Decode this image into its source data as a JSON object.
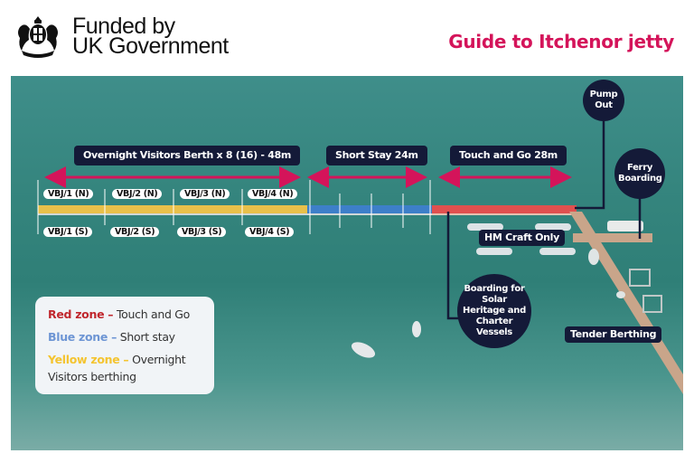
{
  "header": {
    "logo_line1": "Funded by",
    "logo_line2": "UK Government",
    "title": "Guide to Itchenor jetty",
    "title_color": "#d4145a"
  },
  "zones": {
    "overnight": {
      "label": "Overnight Visitors Berth x 8 (16) - 48m",
      "color": "#e8c04a"
    },
    "short_stay": {
      "label": "Short Stay 24m",
      "color": "#3d7fc9"
    },
    "touch_go": {
      "label": "Touch and Go 28m",
      "color": "#e0504f"
    }
  },
  "berths_north": [
    "VBJ/1 (N)",
    "VBJ/2 (N)",
    "VBJ/3 (N)",
    "VBJ/4 (N)"
  ],
  "berths_south": [
    "VBJ/1 (S)",
    "VBJ/2 (S)",
    "VBJ/3 (S)",
    "VBJ/4 (S)"
  ],
  "callouts": {
    "pump_out": "Pump Out",
    "ferry_boarding": "Ferry Boarding",
    "hm_craft": "HM Craft Only",
    "solar_heritage": "Boarding for Solar Heritage and Charter Vessels",
    "tender_berthing": "Tender Berthing"
  },
  "legend": {
    "red_key": "Red zone –",
    "red_value": "Touch and Go",
    "red_color": "#c0272d",
    "blue_key": "Blue zone –",
    "blue_value": "Short stay",
    "blue_color": "#6d95d4",
    "yellow_key": "Yellow zone –",
    "yellow_value": "Overnight",
    "yellow_value2": "Visitors berthing",
    "yellow_color": "#f4c430"
  },
  "arrow_color": "#d4145a",
  "label_bg": "#141a38"
}
